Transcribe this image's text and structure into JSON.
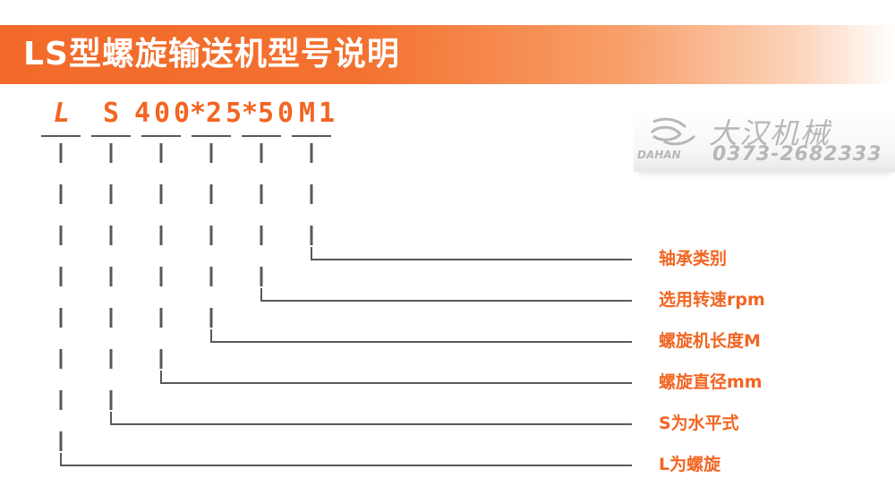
{
  "title": "LS型螺旋输送机型号说明",
  "model_code": [
    "L",
    "S",
    "400*25*50",
    "M1"
  ],
  "code_chars": [
    "L",
    "S",
    "4",
    "0",
    "0",
    "*",
    "2",
    "5",
    "*",
    "5",
    "0",
    "M",
    "1"
  ],
  "labels": [
    "轴承类别",
    "选用转速rpm",
    "螺旋机长度M",
    "螺旋直径mm",
    "S为水平式",
    "L为螺旋"
  ],
  "watermark": {
    "name_cn": "大汉机械",
    "name_en": "DAHAN",
    "phone": "0373-2682333",
    "icon": "dahan-logo-icon"
  },
  "colors": {
    "accent": "#f26522",
    "line": "#595959",
    "watermark": "#b7b7b7"
  }
}
